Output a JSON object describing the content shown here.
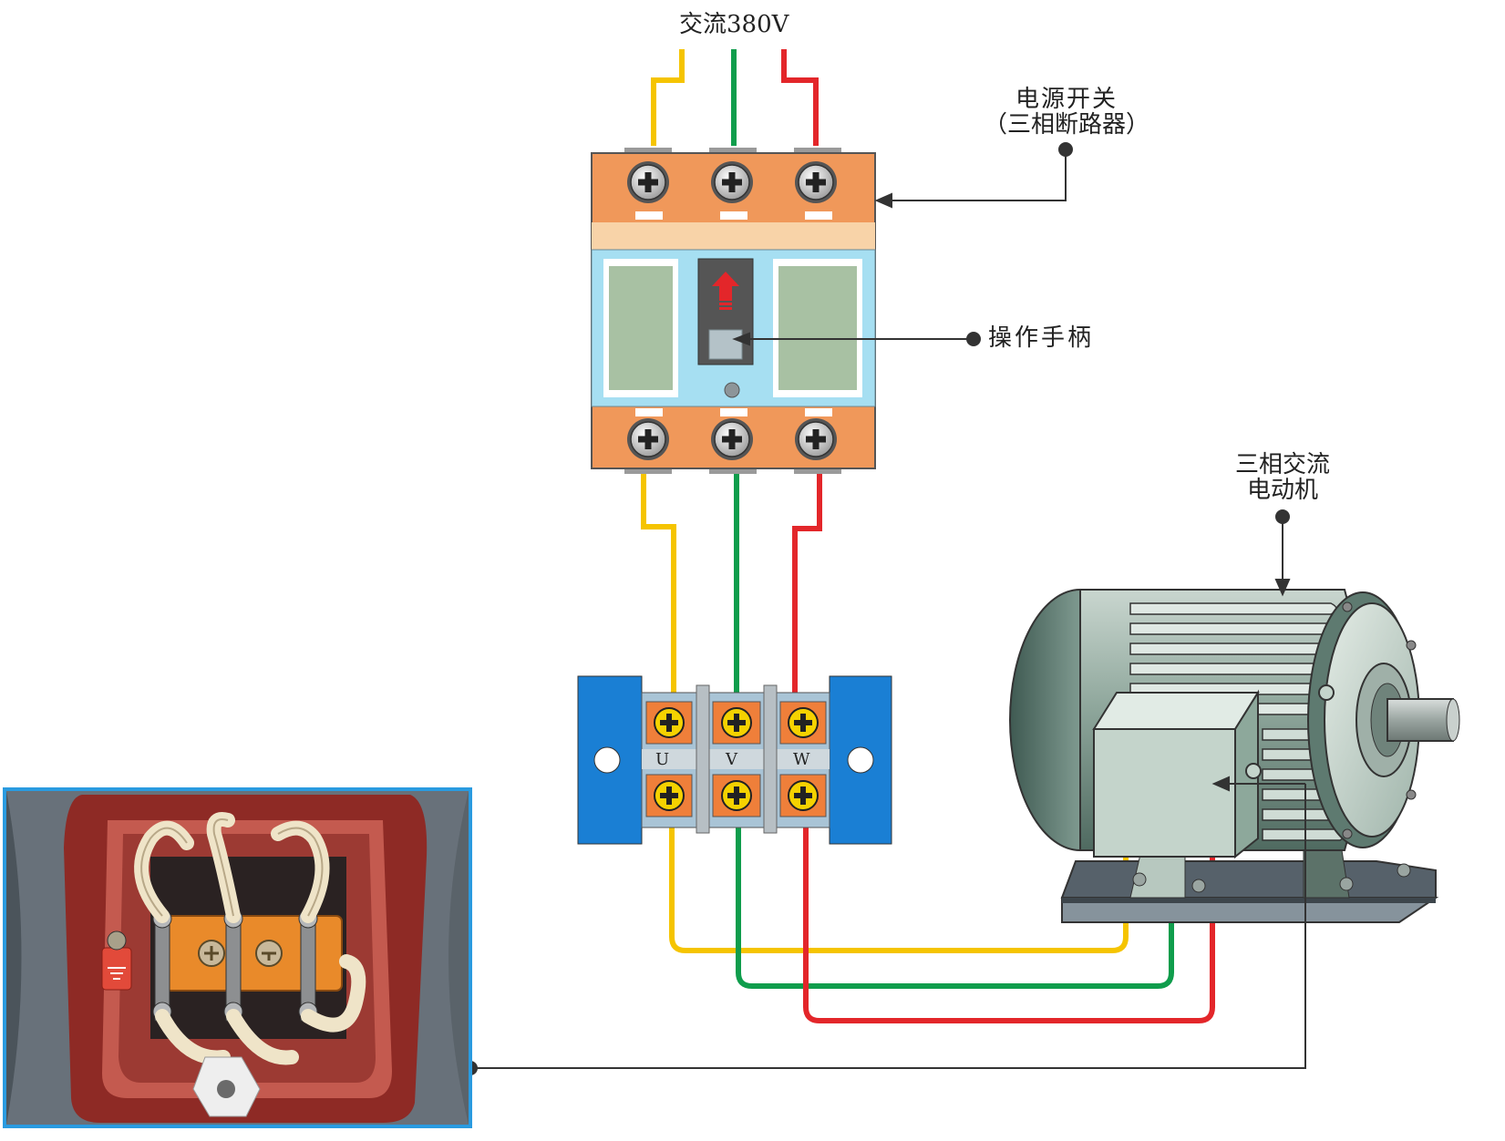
{
  "labels": {
    "supply": "交流380V",
    "breaker_line1": "电源开关",
    "breaker_line2": "（三相断路器）",
    "handle": "操作手柄",
    "motor_line1": "三相交流",
    "motor_line2": "电动机"
  },
  "terminals": {
    "u": "U",
    "v": "V",
    "w": "W"
  },
  "colors": {
    "phase_u": "#f5c400",
    "phase_v": "#0f9d4c",
    "phase_w": "#e3262a",
    "breaker_body": "#f0985a",
    "breaker_window": "#a6dff2",
    "terminal_block": "#1a7fd4",
    "photo_border": "#2a9be0"
  }
}
